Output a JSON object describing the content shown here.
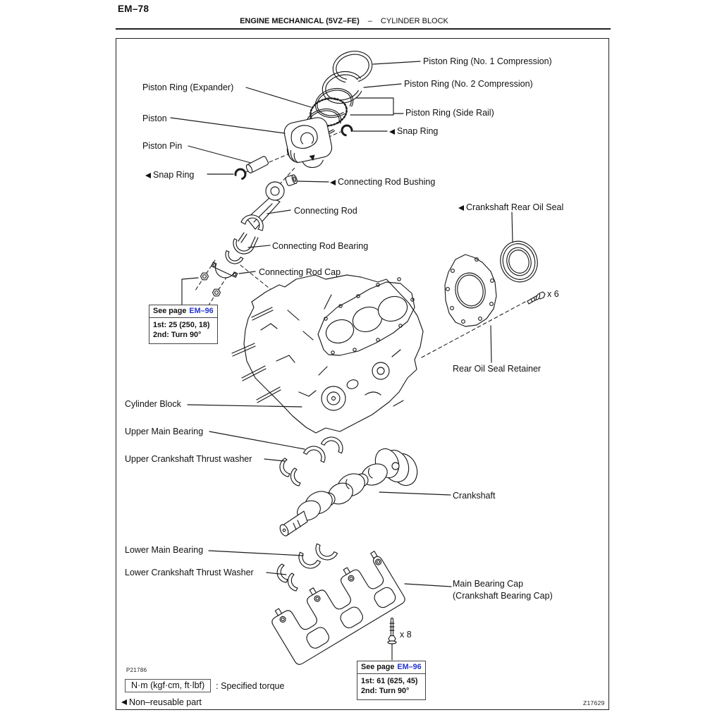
{
  "header": {
    "page_code": "EM–78",
    "section_title": "ENGINE MECHANICAL (5VZ–FE)",
    "separator": "–",
    "subsection": "CYLINDER BLOCK"
  },
  "figure": {
    "parts": {
      "piston_ring_no1": "Piston Ring (No. 1 Compression)",
      "piston_ring_no2": "Piston Ring (No. 2 Compression)",
      "piston_ring_expander": "Piston Ring (Expander)",
      "piston_ring_side_rail": "Piston Ring (Side Rail)",
      "piston": "Piston",
      "snap_ring": "Snap Ring",
      "piston_pin": "Piston Pin",
      "connecting_rod_bushing": "Connecting Rod Bushing",
      "connecting_rod": "Connecting Rod",
      "connecting_rod_bearing": "Connecting Rod Bearing",
      "connecting_rod_cap": "Connecting Rod Cap",
      "crankshaft_rear_oil_seal": "Crankshaft Rear Oil Seal",
      "rear_oil_seal_retainer": "Rear Oil Seal Retainer",
      "cylinder_block": "Cylinder Block",
      "upper_main_bearing": "Upper Main Bearing",
      "upper_crankshaft_thrust_washer": "Upper Crankshaft Thrust washer",
      "crankshaft": "Crankshaft",
      "lower_main_bearing": "Lower Main Bearing",
      "lower_crankshaft_thrust_washer": "Lower Crankshaft Thrust Washer",
      "main_bearing_cap_line1": "Main Bearing Cap",
      "main_bearing_cap_line2": "(Crankshaft Bearing Cap)",
      "retainer_bolt_qty": "x 6",
      "main_cap_bolt_qty": "x 8"
    },
    "torque_notes": {
      "connecting_rod": {
        "prefix": "See page",
        "page_link": "EM–96",
        "first": "1st: 25 (250, 18)",
        "second": "2nd: Turn 90°"
      },
      "main_bearing_cap": {
        "prefix": "See page",
        "page_link": "EM–96",
        "first": "1st: 61 (625, 45)",
        "second": "2nd: Turn 90°"
      }
    },
    "photo_code": "P21786",
    "figure_code": "Z17629"
  },
  "legend": {
    "torque_symbol": "N·m (kgf·cm, ft·lbf)",
    "torque_meaning": ": Specified torque",
    "non_reusable": "Non–reusable part"
  },
  "colors": {
    "ink": "#1b1b1b",
    "link_blue": "#2233cc",
    "paper": "#ffffff"
  }
}
